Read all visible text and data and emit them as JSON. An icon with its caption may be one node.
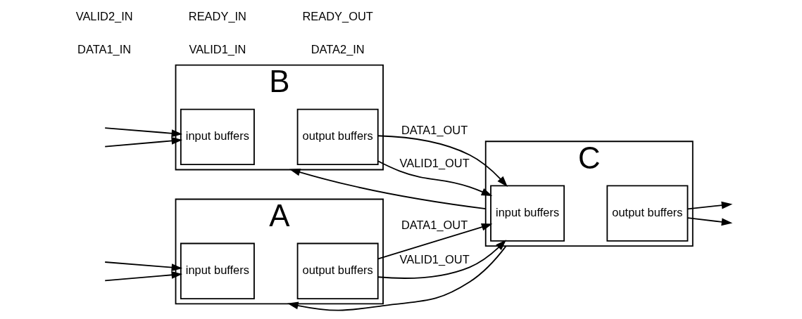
{
  "diagram": {
    "nodes": [
      {
        "text": [
          "A"
        ]
      },
      {
        "text": [
          "input buffers"
        ],
        "in": 0
      },
      {
        "text": [
          "output buffers"
        ],
        "in": 0
      },
      {
        "text": [
          "B"
        ]
      },
      {
        "text": [
          "input buffers"
        ],
        "in": 3
      },
      {
        "text": [
          "output buffers"
        ],
        "in": 3
      },
      {
        "text": [
          "C"
        ]
      },
      {
        "text": [
          "input buffers"
        ],
        "in": 6
      },
      {
        "text": [
          "output buffers"
        ],
        "in": 6
      }
    ],
    "edges": [
      {
        "from": null,
        "to": 1,
        "arrow": "to"
      },
      {
        "from": null,
        "to": 1,
        "arrow": "to"
      },
      {
        "from": 6,
        "to": 0,
        "arrow": "to"
      },
      {
        "from": null,
        "to": 4,
        "arrow": "to"
      },
      {
        "from": null,
        "to": 4,
        "arrow": "to"
      },
      {
        "from": 6,
        "to": 3,
        "arrow": "to"
      },
      {
        "from": 2,
        "to": 7,
        "arrow": "to",
        "label": "DATA1_OUT"
      },
      {
        "from": 2,
        "to": 7,
        "arrow": "to",
        "label": "VALID1_OUT"
      },
      {
        "from": 5,
        "to": 7,
        "arrow": "to",
        "label": "DATA1_OUT"
      },
      {
        "from": 5,
        "to": 7,
        "arrow": "to",
        "label": "VALID1_OUT"
      },
      {
        "from": 8,
        "to": null,
        "arrow": "to"
      },
      {
        "from": 8,
        "to": null,
        "arrow": "to"
      }
    ],
    "labels": [
      "DATA1_IN",
      "VALID1_IN",
      "DATA2_IN",
      "VALID2_IN",
      "READY_IN",
      "READY_OUT"
    ]
  }
}
